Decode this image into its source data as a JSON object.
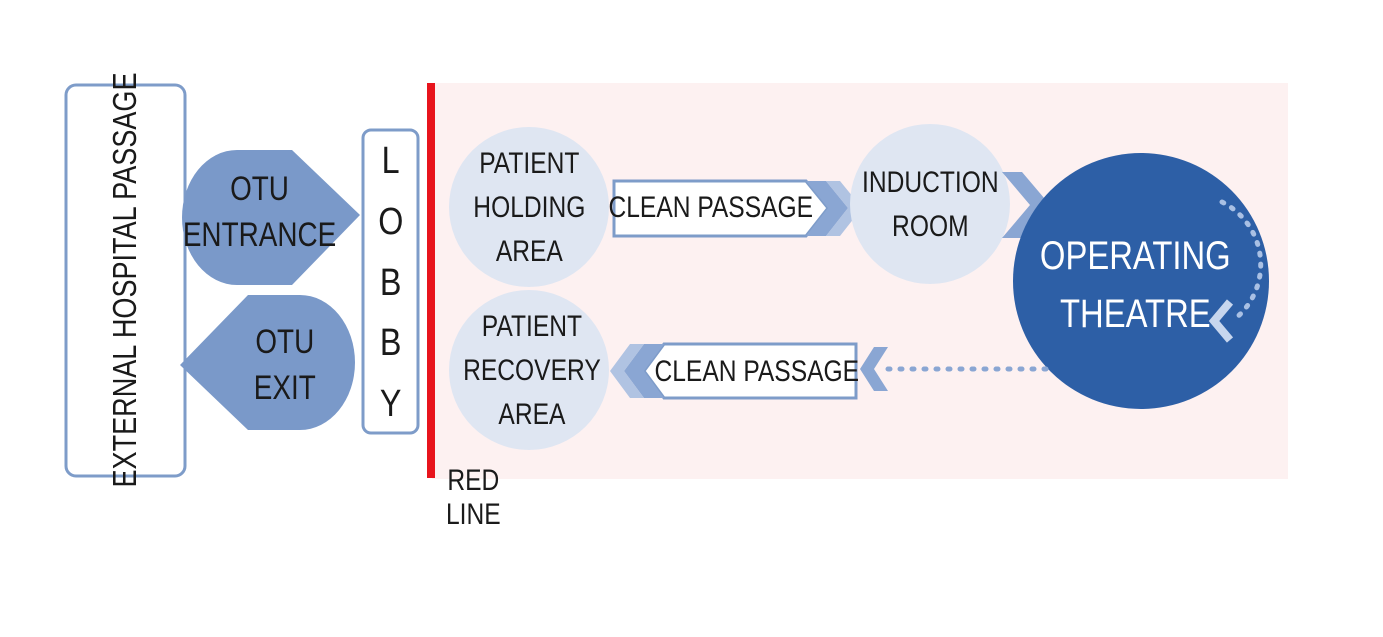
{
  "colors": {
    "zone": "#fdf1f1",
    "red_line": "#e8141c",
    "box_border": "#7e9cc9",
    "soft_circle": "#dfe6f2",
    "mid_blue": "#7a99c9",
    "operating_theatre": "#2d5fa6",
    "arrow": "#8aa6d3"
  },
  "external_passage": {
    "label": "EXTERNAL HOSPITAL PASSAGE"
  },
  "otu_entrance": {
    "label": "OTU\nENTRANCE"
  },
  "otu_exit": {
    "label": "OTU\nEXIT"
  },
  "lobby": {
    "letters": [
      "L",
      "O",
      "B",
      "B",
      "Y"
    ]
  },
  "red_line": {
    "label": "RED LINE"
  },
  "patient_holding": {
    "label": "PATIENT\nHOLDING\nAREA"
  },
  "clean_passage_top": {
    "label": "CLEAN PASSAGE"
  },
  "induction_room": {
    "label": "INDUCTION\nROOM"
  },
  "operating_theatre": {
    "label": "OPERATING\nTHEATRE"
  },
  "clean_passage_bottom": {
    "label": "CLEAN PASSAGE"
  },
  "patient_recovery": {
    "label": "PATIENT\nRECOVERY\nAREA"
  }
}
